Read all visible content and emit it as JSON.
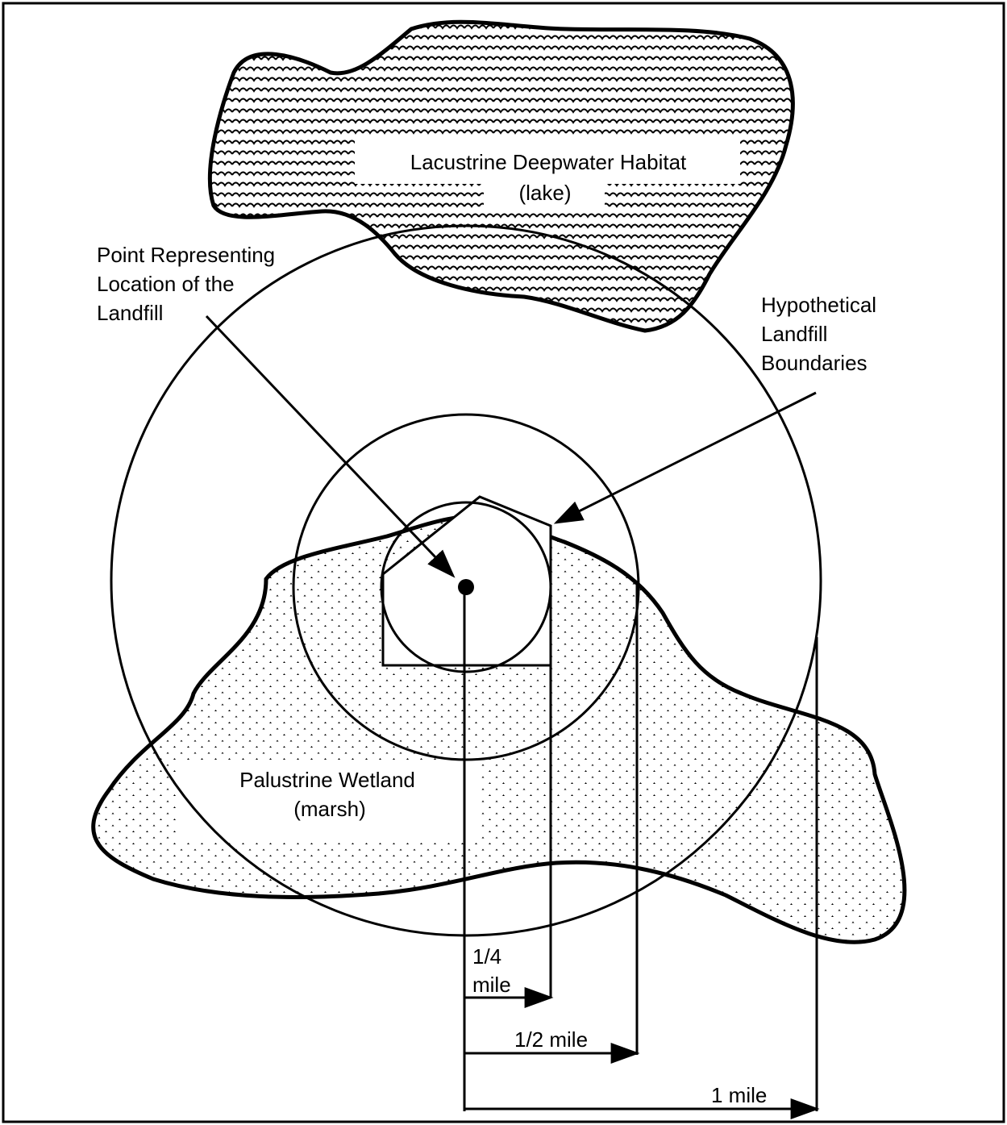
{
  "diagram": {
    "lake_label": {
      "line1": "Lacustrine Deepwater Habitat",
      "line2": "(lake)"
    },
    "point_label": {
      "line1": "Point Representing",
      "line2": "Location of the",
      "line3": "Landfill"
    },
    "boundary_label": {
      "line1": "Hypothetical",
      "line2": "Landfill",
      "line3": "Boundaries"
    },
    "marsh_label": {
      "line1": "Palustrine Wetland",
      "line2": "(marsh)"
    },
    "scale": {
      "quarter": {
        "line1": "1/4",
        "line2": "mile"
      },
      "half": "1/2 mile",
      "one": "1 mile"
    }
  }
}
